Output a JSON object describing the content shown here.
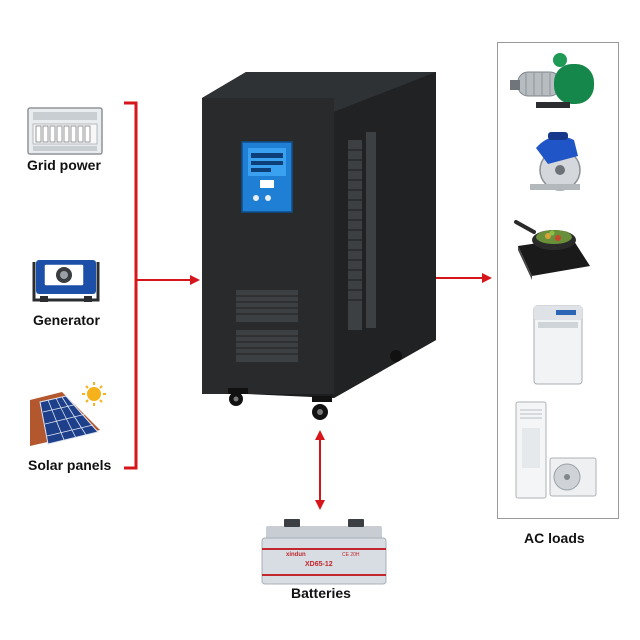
{
  "sources": [
    {
      "label": "Grid power",
      "icon": "breaker-panel-icon"
    },
    {
      "label": "Generator",
      "icon": "generator-icon"
    },
    {
      "label": "Solar panels",
      "icon": "solar-panel-icon"
    }
  ],
  "device": {
    "icon": "inverter-cabinet-icon"
  },
  "battery": {
    "label": "Batteries",
    "icon": "battery-icon",
    "brand_text": "xindun",
    "model_text": "XD65-12",
    "capacity_text": "CE 20H"
  },
  "loads": {
    "label": "AC loads",
    "items": [
      {
        "icon": "water-pump-icon"
      },
      {
        "icon": "cutting-saw-icon"
      },
      {
        "icon": "induction-cooker-icon"
      },
      {
        "icon": "washing-machine-icon"
      },
      {
        "icon": "air-conditioner-icon"
      }
    ]
  },
  "colors": {
    "arrow": "#d6161b",
    "cabinet": "#26282a",
    "lcd": "#1f7fd4",
    "box_border": "#9a9a9a"
  }
}
